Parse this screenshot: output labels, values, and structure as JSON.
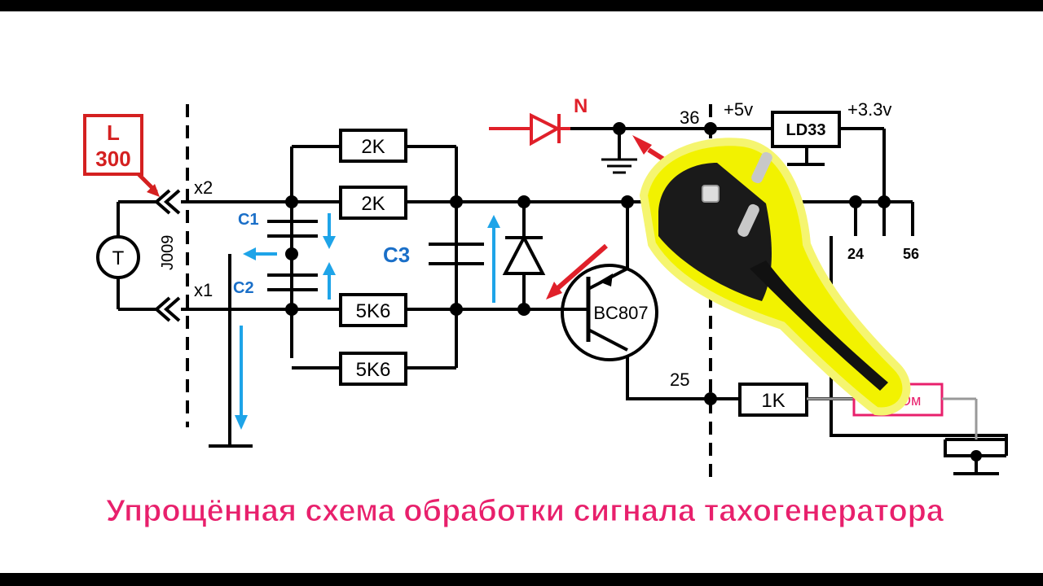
{
  "colors": {
    "background": "#ffffff",
    "frame": "#000000",
    "wire": "#000000",
    "accent_red": "#e0202a",
    "accent_blue": "#1ea4e8",
    "label_blue": "#1a6fc8",
    "caption_magenta": "#e8206c",
    "highlight_yellow": "#f2f200"
  },
  "labels": {
    "l_box_top": "L",
    "l_box_bottom": "300",
    "x2": "x2",
    "x1": "x1",
    "connector": "J009",
    "tachogenerator": "T",
    "c1": "C1",
    "c2": "C2",
    "c3": "C3",
    "r_2k_top": "2K",
    "r_2k_mid": "2K",
    "r_5k6_mid": "5K6",
    "r_5k6_bottom": "5K6",
    "transistor": "BC807",
    "n_label": "N",
    "pin_36": "36",
    "plus_5v": "+5v",
    "regulator": "LD33",
    "plus_3v3": "+3.3v",
    "pin_24": "24",
    "pin_56": "56",
    "pin_25": "25",
    "r_1k": "1K",
    "kom_box": "КОм"
  },
  "caption": "Упрощённая схема обработки сигнала тахогенератора"
}
